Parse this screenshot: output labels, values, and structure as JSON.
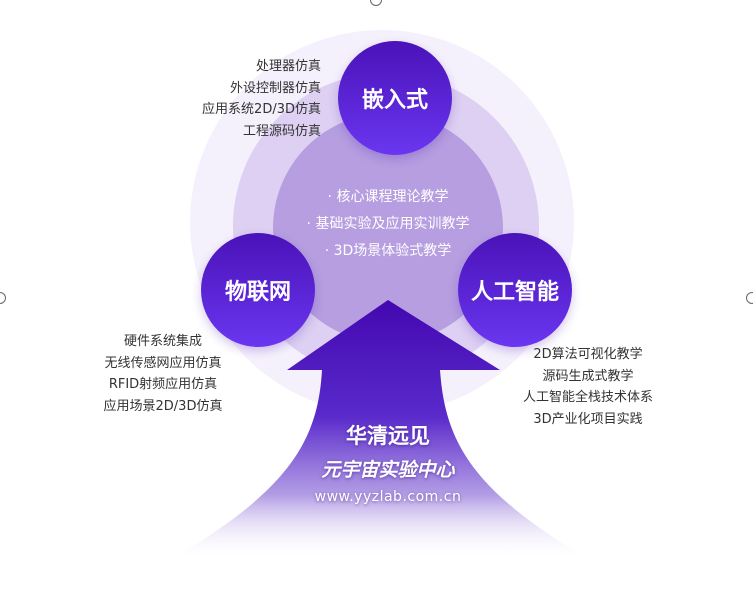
{
  "colors": {
    "bubble_top": "#4a12b8",
    "bubble_bottom": "#6a36f0",
    "inner_circle": "#b69ee0",
    "middle_ring": "#ddd0f2",
    "outer_ring": "#f4f0fb"
  },
  "bubbles": {
    "embedded": "嵌入式",
    "iot": "物联网",
    "ai": "人工智能"
  },
  "embedded_items": [
    "处理器仿真",
    "外设控制器仿真",
    "应用系统2D/3D仿真",
    "工程源码仿真"
  ],
  "iot_items": [
    "硬件系统集成",
    "无线传感网应用仿真",
    "RFID射频应用仿真",
    "应用场景2D/3D仿真"
  ],
  "ai_items": [
    "2D算法可视化教学",
    "源码生成式教学",
    "人工智能全栈技术体系",
    "3D产业化项目实践"
  ],
  "center_items": [
    "· 核心课程理论教学",
    "· 基础实验及应用实训教学",
    "· 3D场景体验式教学"
  ],
  "arrow": {
    "brand": "华清远见",
    "subtitle": "元宇宙实验中心",
    "url": "www.yyzlab.com.cn"
  }
}
